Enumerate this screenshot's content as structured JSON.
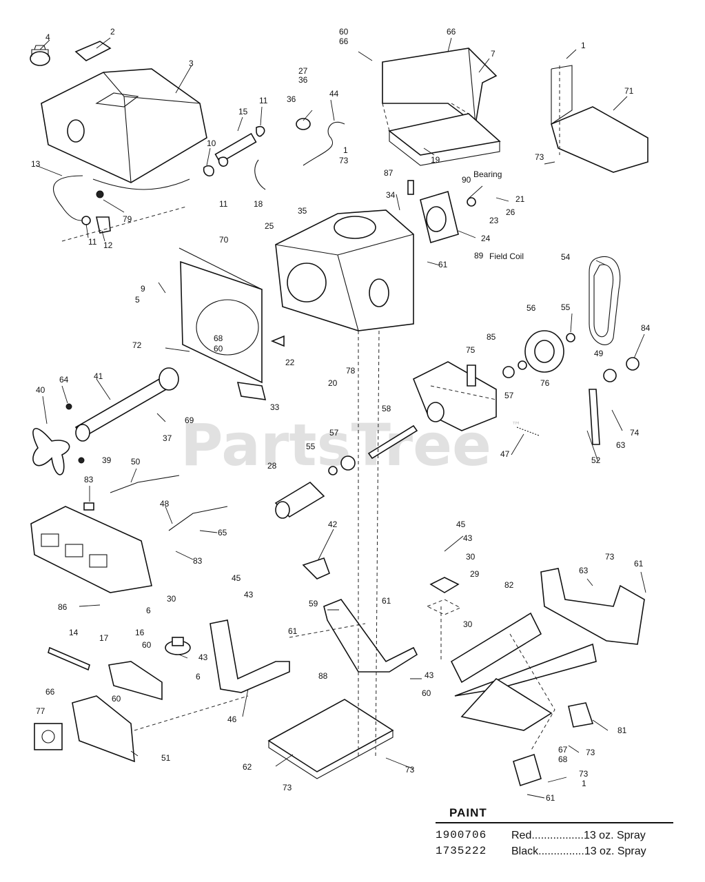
{
  "watermark": {
    "text": "PartsTree",
    "mark": "™"
  },
  "callouts": [
    {
      "id": "c4",
      "text": "4"
    },
    {
      "id": "c2",
      "text": "2"
    },
    {
      "id": "c3",
      "text": "3"
    },
    {
      "id": "c13",
      "text": "13"
    },
    {
      "id": "c79",
      "text": "79"
    },
    {
      "id": "c11a",
      "text": "11"
    },
    {
      "id": "c12",
      "text": "12"
    },
    {
      "id": "c15",
      "text": "15"
    },
    {
      "id": "c11b",
      "text": "11"
    },
    {
      "id": "c10",
      "text": "10"
    },
    {
      "id": "c11c",
      "text": "11"
    },
    {
      "id": "c18",
      "text": "18"
    },
    {
      "id": "c27",
      "text": "27"
    },
    {
      "id": "c36a",
      "text": "36"
    },
    {
      "id": "c36b",
      "text": "36"
    },
    {
      "id": "c44",
      "text": "44"
    },
    {
      "id": "c1a",
      "text": "1"
    },
    {
      "id": "c73a",
      "text": "73"
    },
    {
      "id": "c60a",
      "text": "60"
    },
    {
      "id": "c66a",
      "text": "66"
    },
    {
      "id": "c66b",
      "text": "66"
    },
    {
      "id": "c7",
      "text": "7"
    },
    {
      "id": "c19",
      "text": "19"
    },
    {
      "id": "c1b",
      "text": "1"
    },
    {
      "id": "c71",
      "text": "71"
    },
    {
      "id": "c73b",
      "text": "73"
    },
    {
      "id": "c87",
      "text": "87"
    },
    {
      "id": "c34",
      "text": "34"
    },
    {
      "id": "c90",
      "text": "90"
    },
    {
      "id": "c21",
      "text": "21"
    },
    {
      "id": "c26",
      "text": "26"
    },
    {
      "id": "c23",
      "text": "23"
    },
    {
      "id": "c24",
      "text": "24"
    },
    {
      "id": "c89",
      "text": "89"
    },
    {
      "id": "c35",
      "text": "35"
    },
    {
      "id": "c25",
      "text": "25"
    },
    {
      "id": "c61a",
      "text": "61"
    },
    {
      "id": "c70",
      "text": "70"
    },
    {
      "id": "c9",
      "text": "9"
    },
    {
      "id": "c5",
      "text": "5"
    },
    {
      "id": "c72",
      "text": "72"
    },
    {
      "id": "c68a",
      "text": "68"
    },
    {
      "id": "c60b",
      "text": "60"
    },
    {
      "id": "c22",
      "text": "22"
    },
    {
      "id": "c33",
      "text": "33"
    },
    {
      "id": "c20",
      "text": "20"
    },
    {
      "id": "c78",
      "text": "78"
    },
    {
      "id": "c54",
      "text": "54"
    },
    {
      "id": "c56",
      "text": "56"
    },
    {
      "id": "c55a",
      "text": "55"
    },
    {
      "id": "c84",
      "text": "84"
    },
    {
      "id": "c49",
      "text": "49"
    },
    {
      "id": "c75",
      "text": "75"
    },
    {
      "id": "c85",
      "text": "85"
    },
    {
      "id": "c76",
      "text": "76"
    },
    {
      "id": "c57a",
      "text": "57"
    },
    {
      "id": "c74",
      "text": "74"
    },
    {
      "id": "c63a",
      "text": "63"
    },
    {
      "id": "c52",
      "text": "52"
    },
    {
      "id": "c47",
      "text": "47"
    },
    {
      "id": "c58",
      "text": "58"
    },
    {
      "id": "c55b",
      "text": "55"
    },
    {
      "id": "c57b",
      "text": "57"
    },
    {
      "id": "c28",
      "text": "28"
    },
    {
      "id": "c40",
      "text": "40"
    },
    {
      "id": "c64",
      "text": "64"
    },
    {
      "id": "c41",
      "text": "41"
    },
    {
      "id": "c69",
      "text": "69"
    },
    {
      "id": "c37",
      "text": "37"
    },
    {
      "id": "c39",
      "text": "39"
    },
    {
      "id": "c50",
      "text": "50"
    },
    {
      "id": "c83a",
      "text": "83"
    },
    {
      "id": "c48",
      "text": "48"
    },
    {
      "id": "c65",
      "text": "65"
    },
    {
      "id": "c83b",
      "text": "83"
    },
    {
      "id": "c86",
      "text": "86"
    },
    {
      "id": "c42",
      "text": "42"
    },
    {
      "id": "c45a",
      "text": "45"
    },
    {
      "id": "c43a",
      "text": "43"
    },
    {
      "id": "c30a",
      "text": "30"
    },
    {
      "id": "c29",
      "text": "29"
    },
    {
      "id": "c30b",
      "text": "30"
    },
    {
      "id": "c63b",
      "text": "63"
    },
    {
      "id": "c73c",
      "text": "73"
    },
    {
      "id": "c61b",
      "text": "61"
    },
    {
      "id": "c82",
      "text": "82"
    },
    {
      "id": "c59",
      "text": "59"
    },
    {
      "id": "c61c",
      "text": "61"
    },
    {
      "id": "c43b",
      "text": "43"
    },
    {
      "id": "c60c",
      "text": "60"
    },
    {
      "id": "c45b",
      "text": "45"
    },
    {
      "id": "c43c",
      "text": "43"
    },
    {
      "id": "c61d",
      "text": "61"
    },
    {
      "id": "c88",
      "text": "88"
    },
    {
      "id": "c46",
      "text": "46"
    },
    {
      "id": "c6a",
      "text": "6"
    },
    {
      "id": "c30c",
      "text": "30"
    },
    {
      "id": "c16",
      "text": "16"
    },
    {
      "id": "c43d",
      "text": "43"
    },
    {
      "id": "c6b",
      "text": "6"
    },
    {
      "id": "c14",
      "text": "14"
    },
    {
      "id": "c17",
      "text": "17"
    },
    {
      "id": "c60d",
      "text": "60"
    },
    {
      "id": "c66c",
      "text": "66"
    },
    {
      "id": "c60e",
      "text": "60"
    },
    {
      "id": "c77",
      "text": "77"
    },
    {
      "id": "c51",
      "text": "51"
    },
    {
      "id": "c62",
      "text": "62"
    },
    {
      "id": "c73d",
      "text": "73"
    },
    {
      "id": "c73e",
      "text": "73"
    },
    {
      "id": "c81",
      "text": "81"
    },
    {
      "id": "c73f",
      "text": "73"
    },
    {
      "id": "c67",
      "text": "67"
    },
    {
      "id": "c68b",
      "text": "68"
    },
    {
      "id": "c73g",
      "text": "73"
    },
    {
      "id": "c1c",
      "text": "1"
    },
    {
      "id": "c61e",
      "text": "61"
    }
  ],
  "notes": {
    "bearing": "Bearing",
    "field_coil": "Field Coil"
  },
  "paint": {
    "title": "PAINT",
    "rows": [
      {
        "code": "1900706",
        "color": "Red",
        "dots": " ................. ",
        "amount": "13 oz. Spray"
      },
      {
        "code": "1735222",
        "color": "Black",
        "dots": " ............... ",
        "amount": "13 oz. Spray"
      }
    ]
  }
}
